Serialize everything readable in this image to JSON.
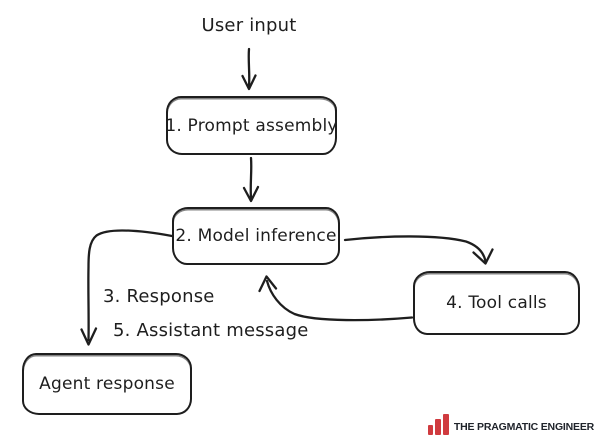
{
  "diagram": {
    "nodes": [
      {
        "id": "user-input",
        "label": "User input"
      },
      {
        "id": "prompt-assembly",
        "label": "1. Prompt assembly"
      },
      {
        "id": "model-inference",
        "label": "2. Model inference"
      },
      {
        "id": "tool-calls",
        "label": "4. Tool calls"
      },
      {
        "id": "agent-response",
        "label": "Agent response"
      }
    ],
    "edge_labels": [
      {
        "id": "response",
        "label": "3. Response"
      },
      {
        "id": "assistant-message",
        "label": "5. Assistant message"
      }
    ],
    "edges": [
      {
        "from": "user-input",
        "to": "prompt-assembly"
      },
      {
        "from": "prompt-assembly",
        "to": "model-inference"
      },
      {
        "from": "model-inference",
        "to": "tool-calls"
      },
      {
        "from": "tool-calls",
        "to": "model-inference"
      },
      {
        "from": "model-inference",
        "to": "agent-response",
        "labels": [
          "3. Response",
          "5. Assistant message"
        ]
      }
    ]
  },
  "branding": {
    "name": "THE PRAGMATIC ENGINEER",
    "icon": "bar-chart-icon",
    "accent_color": "#d03b3f"
  },
  "colors": {
    "stroke": "#1e1e1e",
    "background": "#ffffff"
  }
}
